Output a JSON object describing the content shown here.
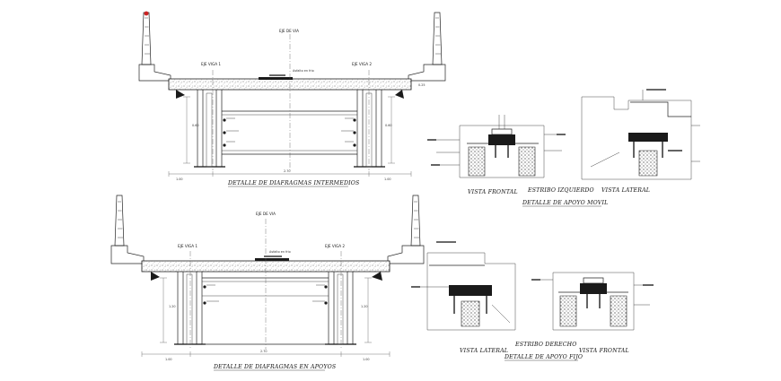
{
  "drawing": {
    "top_section": {
      "title": "DETALLE DE DIAFRAGMAS INTERMEDIOS",
      "axis_label": "EJE DE VIA",
      "beam_left": "EJE VIGA 1",
      "beam_right": "EJE VIGA 2",
      "asphalt_note": "Asfalto en frio"
    },
    "bottom_section": {
      "title": "DETALLE DE DIAFRAGMAS EN APOYOS",
      "axis_label": "EJE DE VIA",
      "beam_left": "EJE VIGA 1",
      "beam_right": "EJE VIGA 2",
      "asphalt_note": "Asfalto en frio"
    },
    "movable_bearing": {
      "front_view": "VISTA FRONTAL",
      "abutment": "ESTRIBO IZQUIERDO",
      "side_view": "VISTA LATERAL",
      "title": "DETALLE DE APOYO MOVIL"
    },
    "fixed_bearing": {
      "side_view": "VISTA LATERAL",
      "abutment": "ESTRIBO DERECHO",
      "front_view": "VISTA FRONTAL",
      "title": "DETALLE DE APOYO FIJO"
    },
    "colors": {
      "line": "#222222",
      "background": "#ffffff",
      "accent_red": "#cc2222"
    }
  }
}
